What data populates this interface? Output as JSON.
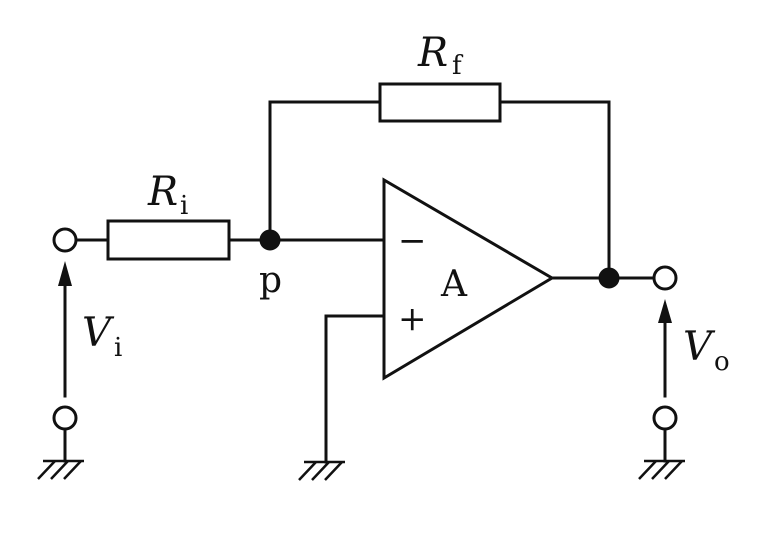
{
  "labels": {
    "rf_main": "R",
    "rf_sub": "f",
    "ri_main": "R",
    "ri_sub": "i",
    "vi_main": "V",
    "vi_sub": "i",
    "vo_main": "V",
    "vo_sub": "o",
    "node_p": "p",
    "opamp": "A",
    "minus": "−",
    "plus": "+"
  }
}
